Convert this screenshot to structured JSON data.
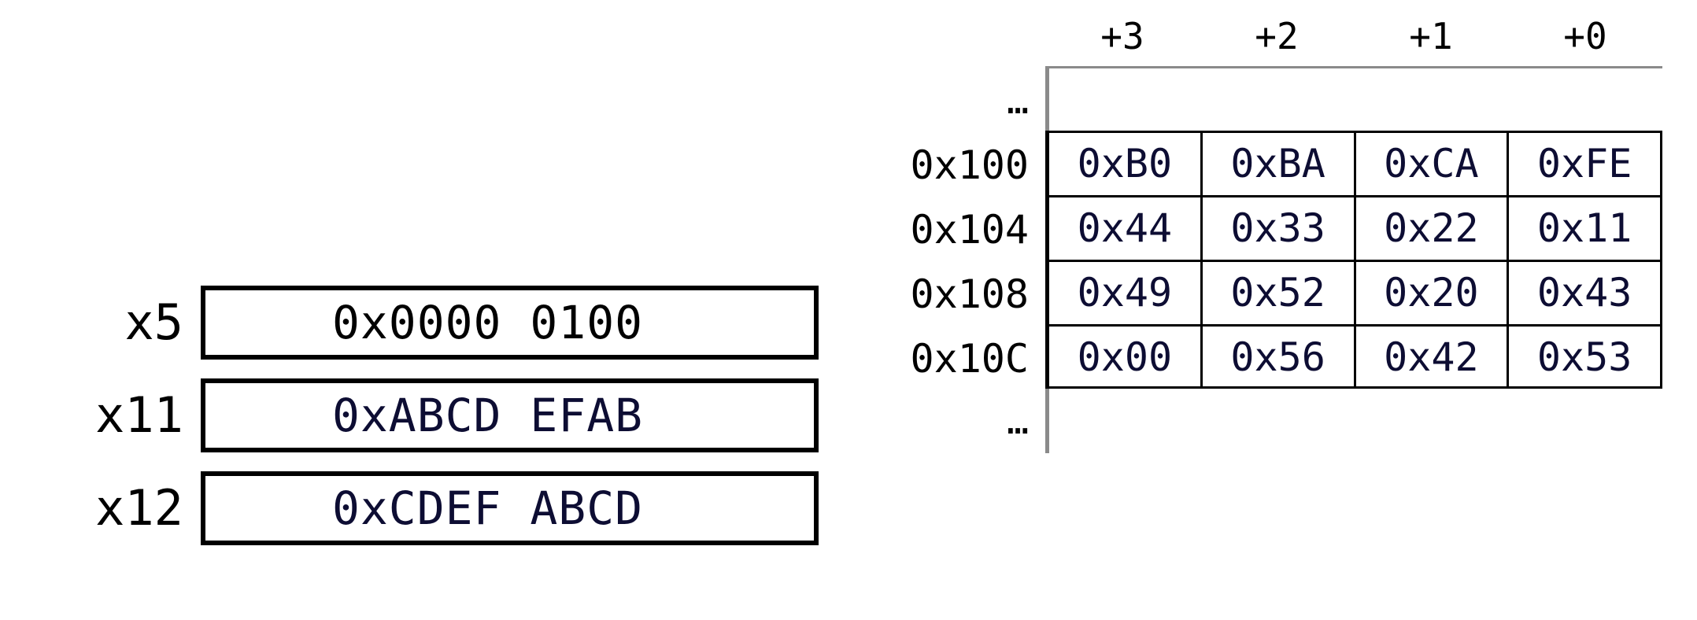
{
  "registers": {
    "rows": [
      {
        "name": "x5",
        "value": "0x0000 0100",
        "value_color": "#000000"
      },
      {
        "name": "x11",
        "value": "0xABCD EFAB",
        "value_color": "#0d0d33"
      },
      {
        "name": "x12",
        "value": "0xCDEF ABCD",
        "value_color": "#0d0d33"
      }
    ]
  },
  "memory": {
    "column_headers": [
      "+3",
      "+2",
      "+1",
      "+0"
    ],
    "ellipsis": "…",
    "rows": [
      {
        "address": "…",
        "ghost": true,
        "cells": []
      },
      {
        "address": "0x100",
        "ghost": false,
        "cells": [
          "0xB0",
          "0xBA",
          "0xCA",
          "0xFE"
        ]
      },
      {
        "address": "0x104",
        "ghost": false,
        "cells": [
          "0x44",
          "0x33",
          "0x22",
          "0x11"
        ]
      },
      {
        "address": "0x108",
        "ghost": false,
        "cells": [
          "0x49",
          "0x52",
          "0x20",
          "0x43"
        ]
      },
      {
        "address": "0x10C",
        "ghost": false,
        "cells": [
          "0x00",
          "0x56",
          "0x42",
          "0x53"
        ]
      },
      {
        "address": "…",
        "ghost": true,
        "cells": []
      }
    ]
  },
  "colors": {
    "text_black": "#000000",
    "value_navy": "#0d0d33",
    "grid_black": "#000000",
    "grid_gray": "#8a8a8a",
    "background": "#ffffff"
  }
}
